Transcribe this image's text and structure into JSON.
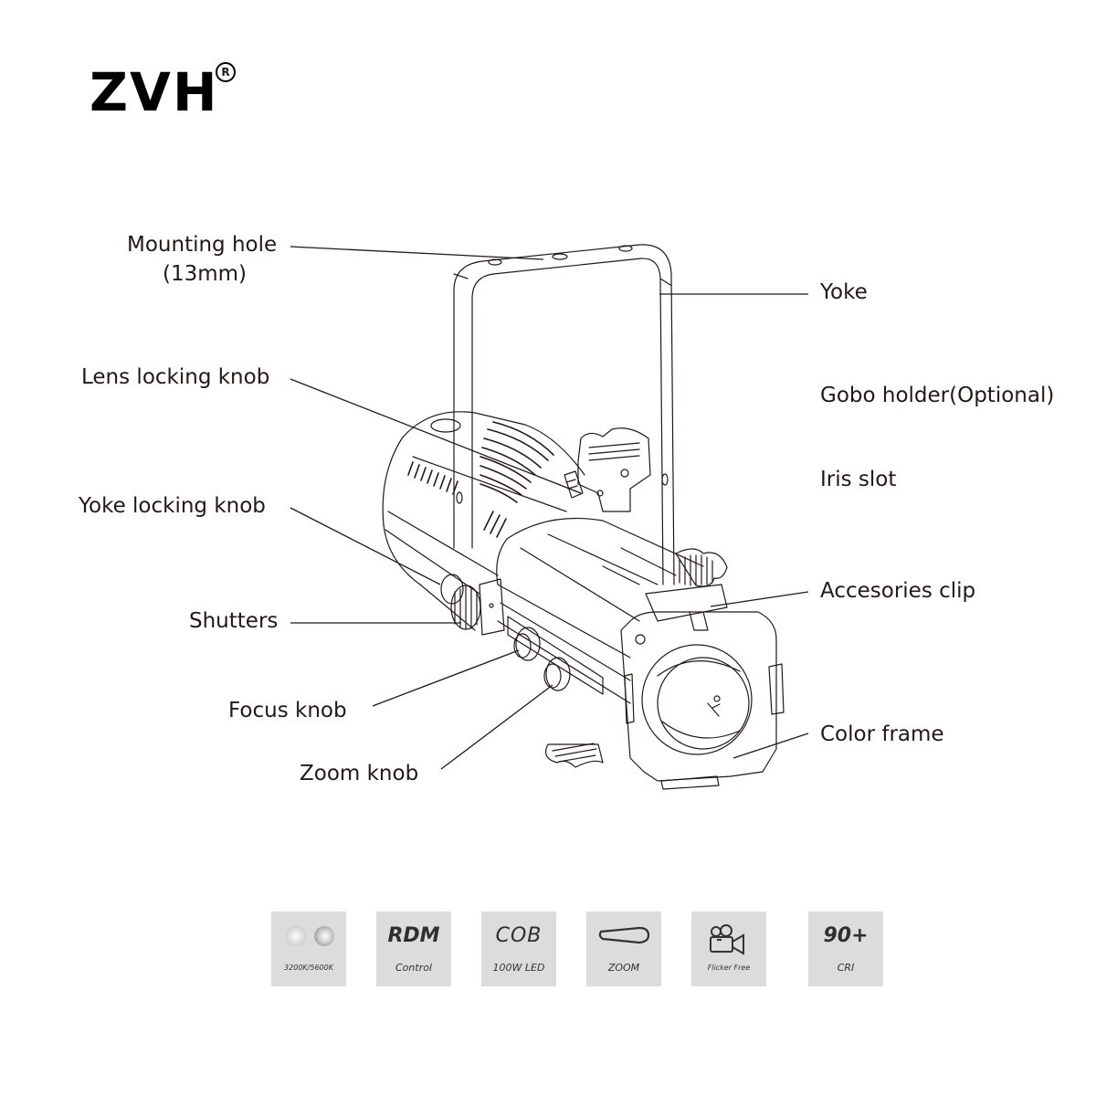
{
  "brand": {
    "name": "ZVH",
    "registered_mark": "R"
  },
  "labels": {
    "mounting_hole": "Mounting hole",
    "mounting_hole_size": "(13mm)",
    "yoke": "Yoke",
    "lens_locking_knob": "Lens locking knob",
    "gobo_holder": "Gobo holder(Optional)",
    "iris_slot": "Iris slot",
    "yoke_locking_knob": "Yoke locking knob",
    "shutters": "Shutters",
    "accessories_clip": "Accesories clip",
    "focus_knob": "Focus knob",
    "zoom_knob": "Zoom knob",
    "color_frame": "Color frame"
  },
  "features": [
    {
      "id": "color-temp",
      "icon": "dual-led-circles-icon",
      "main": "",
      "sub": "3200K/5600K"
    },
    {
      "id": "rdm",
      "icon": "",
      "main": "RDM",
      "sub": "Control"
    },
    {
      "id": "cob",
      "icon": "",
      "main": "COB",
      "sub": "100W LED"
    },
    {
      "id": "zoom",
      "icon": "zoom-beam-icon",
      "main": "",
      "sub": "ZOOM"
    },
    {
      "id": "flicker",
      "icon": "video-camera-icon",
      "main": "",
      "sub": "Flicker Free"
    },
    {
      "id": "cri",
      "icon": "",
      "main": "90+",
      "sub": "CRI"
    }
  ],
  "colors": {
    "text": "#231815",
    "badge_bg": "#dcdcdc",
    "line": "#231815"
  }
}
